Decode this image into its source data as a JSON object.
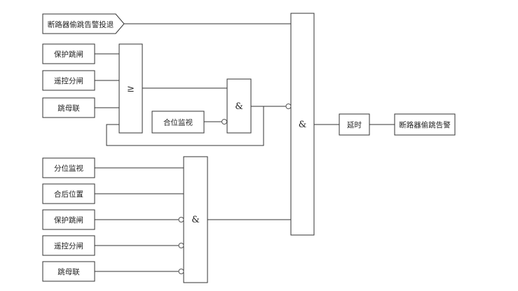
{
  "inputs": {
    "disable_signal": "断路器偷跳告警投退",
    "protection_trip": "保护跳闸",
    "remote_open": "遥控分闸",
    "trip_bus_coupler": "跳母联",
    "closed_monitor": "合位监视",
    "open_monitor": "分位监视",
    "after_close_position": "合后位置",
    "protection_trip_2": "保护跳闸",
    "remote_open_2": "遥控分闸",
    "trip_bus_coupler_2": "跳母联"
  },
  "gates": {
    "or_symbol": "≥",
    "and_symbol_1": "&",
    "and_symbol_main": "&",
    "and_symbol_lower": "&"
  },
  "delay": {
    "label": "延时"
  },
  "output": {
    "label": "断路器偷跳告警"
  }
}
